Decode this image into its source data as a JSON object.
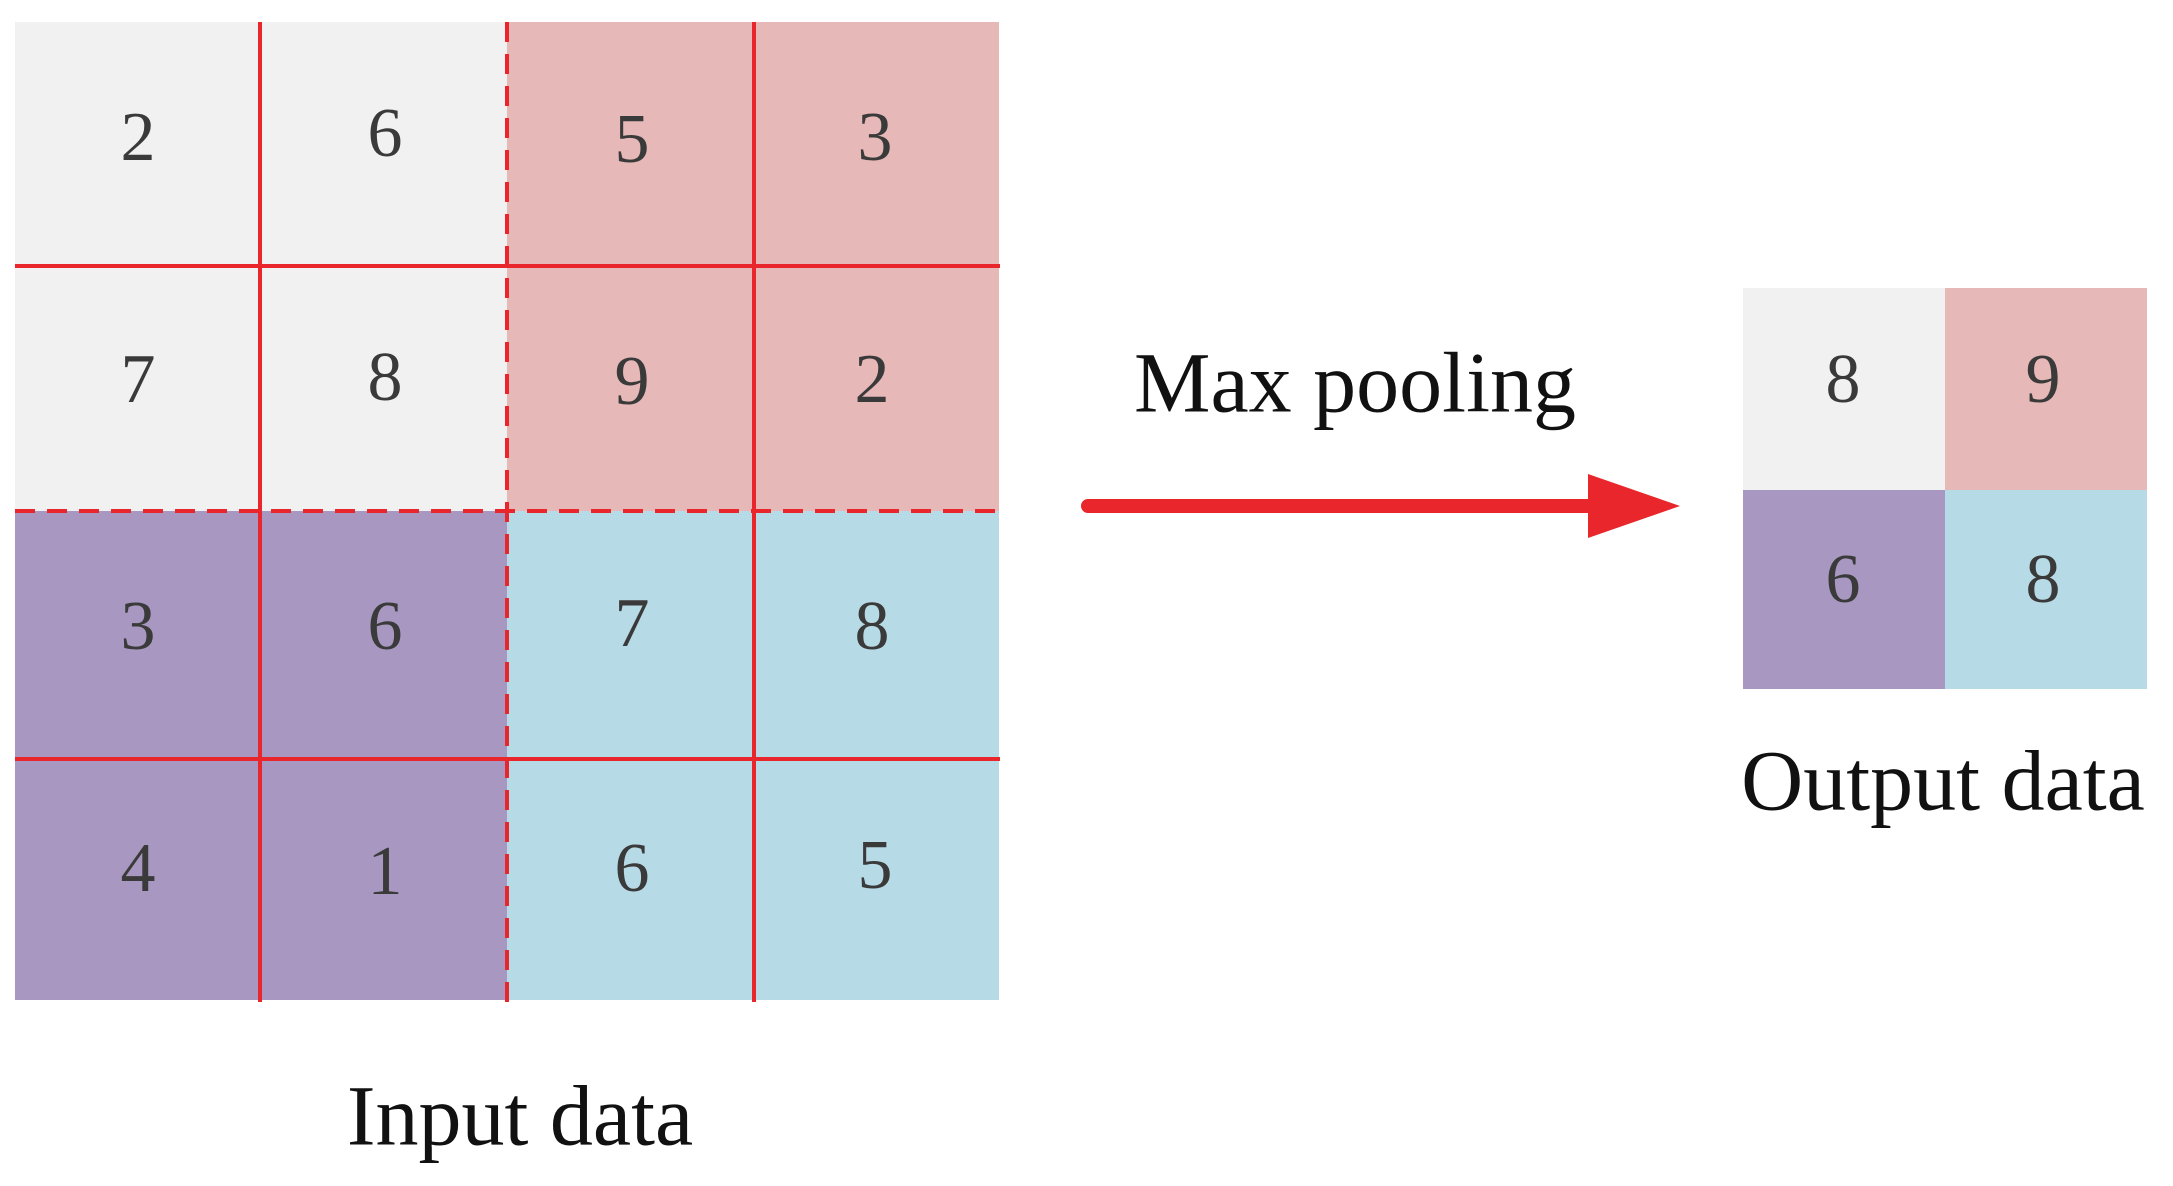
{
  "colors": {
    "top_left": "#f1f1f1",
    "top_right": "#e6b8b7",
    "bottom_left": "#a898c1",
    "bottom_right": "#b7dbe6",
    "grid_line": "#e8262b",
    "arrow": "#e8262b"
  },
  "input": {
    "caption": "Input data",
    "rows": [
      [
        "2",
        "6",
        "5",
        "3"
      ],
      [
        "7",
        "8",
        "9",
        "2"
      ],
      [
        "3",
        "6",
        "7",
        "8"
      ],
      [
        "4",
        "1",
        "6",
        "5"
      ]
    ]
  },
  "operation": {
    "label": "Max pooling"
  },
  "output": {
    "caption": "Output data",
    "rows": [
      [
        "8",
        "9"
      ],
      [
        "6",
        "8"
      ]
    ]
  }
}
